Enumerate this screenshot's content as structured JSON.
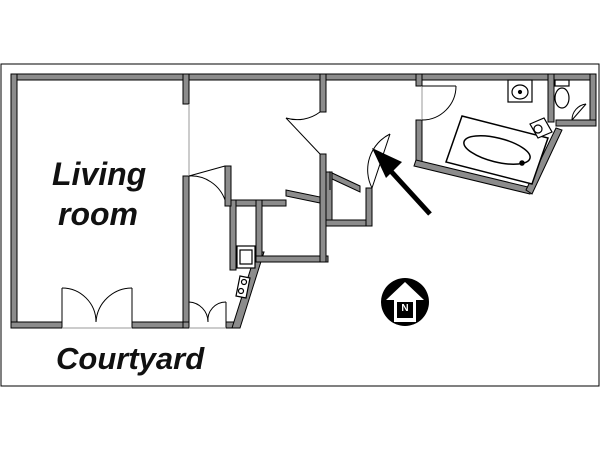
{
  "rooms": {
    "living_room_line1": "Living",
    "living_room_line2": "room"
  },
  "outside": {
    "courtyard_label": "Courtyard"
  },
  "compass": {
    "letter": "N",
    "icon": "north-arrow-icon"
  },
  "entrance": {
    "icon": "entrance-arrow-icon"
  },
  "colors": {
    "wall_fill": "#8c8c8c",
    "wall_stroke": "#000000",
    "line": "#000000",
    "background": "#ffffff"
  }
}
